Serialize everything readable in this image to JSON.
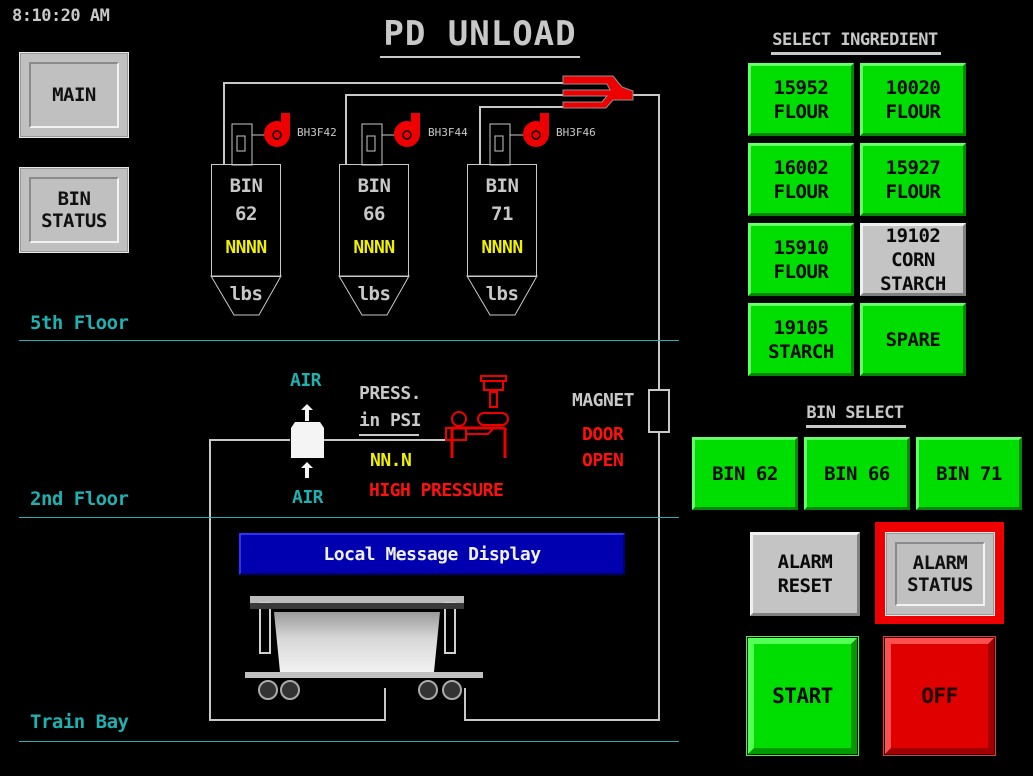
{
  "clock": "8:10:20 AM",
  "title": "PD UNLOAD",
  "nav": {
    "main_label": "MAIN",
    "bin_status_label": "BIN\nSTATUS"
  },
  "floors": {
    "fifth": "5th Floor",
    "second": "2nd Floor",
    "train_bay": "Train Bay"
  },
  "fans": [
    {
      "tag": "BH3F42"
    },
    {
      "tag": "BH3F44"
    },
    {
      "tag": "BH3F46"
    }
  ],
  "bins": [
    {
      "label": "BIN",
      "number": "62",
      "weight": "NNNN",
      "unit": "lbs"
    },
    {
      "label": "BIN",
      "number": "66",
      "weight": "NNNN",
      "unit": "lbs"
    },
    {
      "label": "BIN",
      "number": "71",
      "weight": "NNNN",
      "unit": "lbs"
    }
  ],
  "air": {
    "top_label": "AIR",
    "bottom_label": "AIR"
  },
  "pressure": {
    "label_line1": "PRESS.",
    "label_line2": "in PSI",
    "value": "NN.N",
    "alarm": "HIGH PRESSURE"
  },
  "magnet": {
    "label": "MAGNET",
    "door_line1": "DOOR",
    "door_line2": "OPEN"
  },
  "message_display": "Local Message Display",
  "ingredients": {
    "header": "SELECT INGREDIENT",
    "items": [
      {
        "line1": "15952",
        "line2": "FLOUR",
        "state": "green"
      },
      {
        "line1": "10020",
        "line2": "FLOUR",
        "state": "green"
      },
      {
        "line1": "16002",
        "line2": "FLOUR",
        "state": "green"
      },
      {
        "line1": "15927",
        "line2": "FLOUR",
        "state": "green"
      },
      {
        "line1": "15910",
        "line2": "FLOUR",
        "state": "green"
      },
      {
        "line1": "19102 CORN",
        "line2": "STARCH",
        "state": "gray"
      },
      {
        "line1": "19105",
        "line2": "STARCH",
        "state": "green"
      },
      {
        "line1": "SPARE",
        "line2": "",
        "state": "green"
      }
    ]
  },
  "bin_select": {
    "header": "BIN SELECT",
    "items": [
      "BIN 62",
      "BIN 66",
      "BIN 71"
    ]
  },
  "controls": {
    "alarm_reset": "ALARM\nRESET",
    "alarm_status": "ALARM\nSTATUS",
    "start": "START",
    "off": "OFF"
  },
  "colors": {
    "background": "#000000",
    "floor_line": "#20b0b0",
    "active_green": "#00dd00",
    "alarm_red": "#ee0000",
    "value_yellow": "#f0f000",
    "message_blue": "#0000b0"
  }
}
